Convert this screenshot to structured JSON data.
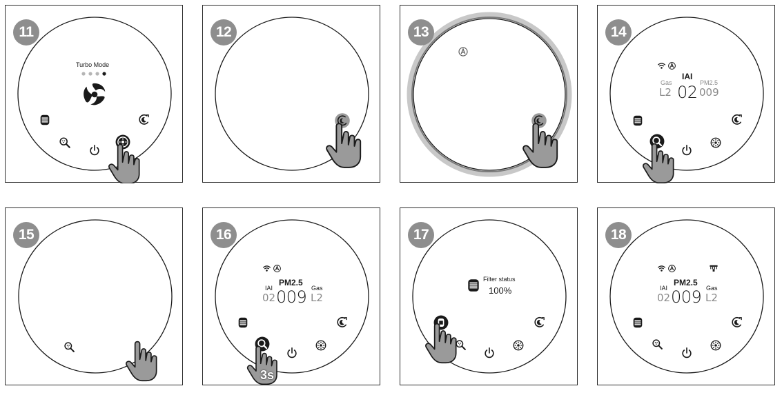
{
  "panels": [
    {
      "number": "11",
      "mode_title": "Turbo Mode"
    },
    {
      "number": "12"
    },
    {
      "number": "13"
    },
    {
      "number": "14",
      "center_label": "IAI",
      "left_label": "Gas",
      "left_value": "L2",
      "center_value": "02",
      "right_label": "PM2.5",
      "right_value": "009"
    },
    {
      "number": "15"
    },
    {
      "number": "16",
      "center_label": "PM2.5",
      "left_label": "IAI",
      "left_value": "02",
      "center_value": "009",
      "right_label": "Gas",
      "right_value": "L2",
      "hold_text": "3s"
    },
    {
      "number": "17",
      "filter_label": "Filter status",
      "filter_value": "100%"
    },
    {
      "number": "18",
      "center_label": "PM2.5",
      "left_label": "IAI",
      "left_value": "02",
      "center_value": "009",
      "right_label": "Gas",
      "right_value": "L2"
    }
  ],
  "colors": {
    "badge": "#8e8e8e",
    "hand": "#9a9a9a",
    "outline": "#1a1a1a",
    "dim_text": "#8a8a8a"
  },
  "icons": [
    "filter-icon",
    "auto-search-icon",
    "power-icon",
    "fan-speed-icon",
    "sleep-mode-icon",
    "wifi-icon",
    "auto-mode-icon",
    "turbo-fan-icon",
    "finger-hand-icon",
    "light-icon"
  ]
}
